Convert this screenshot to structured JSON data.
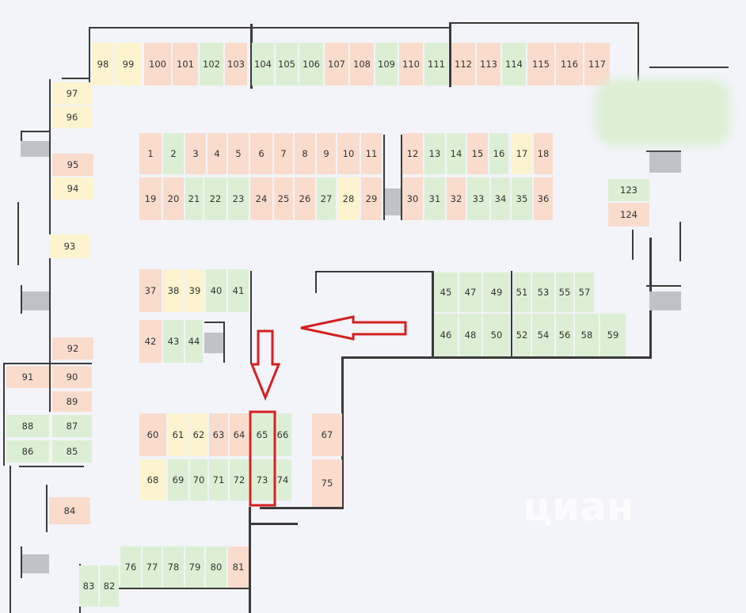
{
  "slot_colors": {
    "red": "#fadccd",
    "green": "#dcefd4",
    "yellow": "#fbf4cf"
  },
  "highlight_color": "#d42020",
  "watermark": {
    "text": "циан",
    "icon": "cian-logo-icon"
  },
  "spots": {
    "s1": "1",
    "s2": "2",
    "s3": "3",
    "s4": "4",
    "s5": "5",
    "s6": "6",
    "s7": "7",
    "s8": "8",
    "s9": "9",
    "s10": "10",
    "s11": "11",
    "s12": "12",
    "s13": "13",
    "s14": "14",
    "s15": "15",
    "s16": "16",
    "s17": "17",
    "s18": "18",
    "s19": "19",
    "s20": "20",
    "s21": "21",
    "s22": "22",
    "s23": "23",
    "s24": "24",
    "s25": "25",
    "s26": "26",
    "s27": "27",
    "s28": "28",
    "s29": "29",
    "s30": "30",
    "s31": "31",
    "s32": "32",
    "s33": "33",
    "s34": "34",
    "s35": "35",
    "s36": "36",
    "s37": "37",
    "s38": "38",
    "s39": "39",
    "s40": "40",
    "s41": "41",
    "s42": "42",
    "s43": "43",
    "s44": "44",
    "s45": "45",
    "s46": "46",
    "s47": "47",
    "s48": "48",
    "s49": "49",
    "s50": "50",
    "s51": "51",
    "s52": "52",
    "s53": "53",
    "s54": "54",
    "s55": "55",
    "s56": "56",
    "s57": "57",
    "s58": "58",
    "s59": "59",
    "s60": "60",
    "s61": "61",
    "s62": "62",
    "s63": "63",
    "s64": "64",
    "s65": "65",
    "s66": "66",
    "s67": "67",
    "s68": "68",
    "s69": "69",
    "s70": "70",
    "s71": "71",
    "s72": "72",
    "s73": "73",
    "s74": "74",
    "s75": "75",
    "s76": "76",
    "s77": "77",
    "s78": "78",
    "s79": "79",
    "s80": "80",
    "s81": "81",
    "s82": "82",
    "s83": "83",
    "s84": "84",
    "s85": "85",
    "s86": "86",
    "s87": "87",
    "s88": "88",
    "s89": "89",
    "s90": "90",
    "s91": "91",
    "s92": "92",
    "s93": "93",
    "s94": "94",
    "s95": "95",
    "s96": "96",
    "s97": "97",
    "s98": "98",
    "s99": "99",
    "s100": "100",
    "s101": "101",
    "s102": "102",
    "s103": "103",
    "s104": "104",
    "s105": "105",
    "s106": "106",
    "s107": "107",
    "s108": "108",
    "s109": "109",
    "s110": "110",
    "s111": "111",
    "s112": "112",
    "s113": "113",
    "s114": "114",
    "s115": "115",
    "s116": "116",
    "s117": "117",
    "s123": "123",
    "s124": "124"
  }
}
